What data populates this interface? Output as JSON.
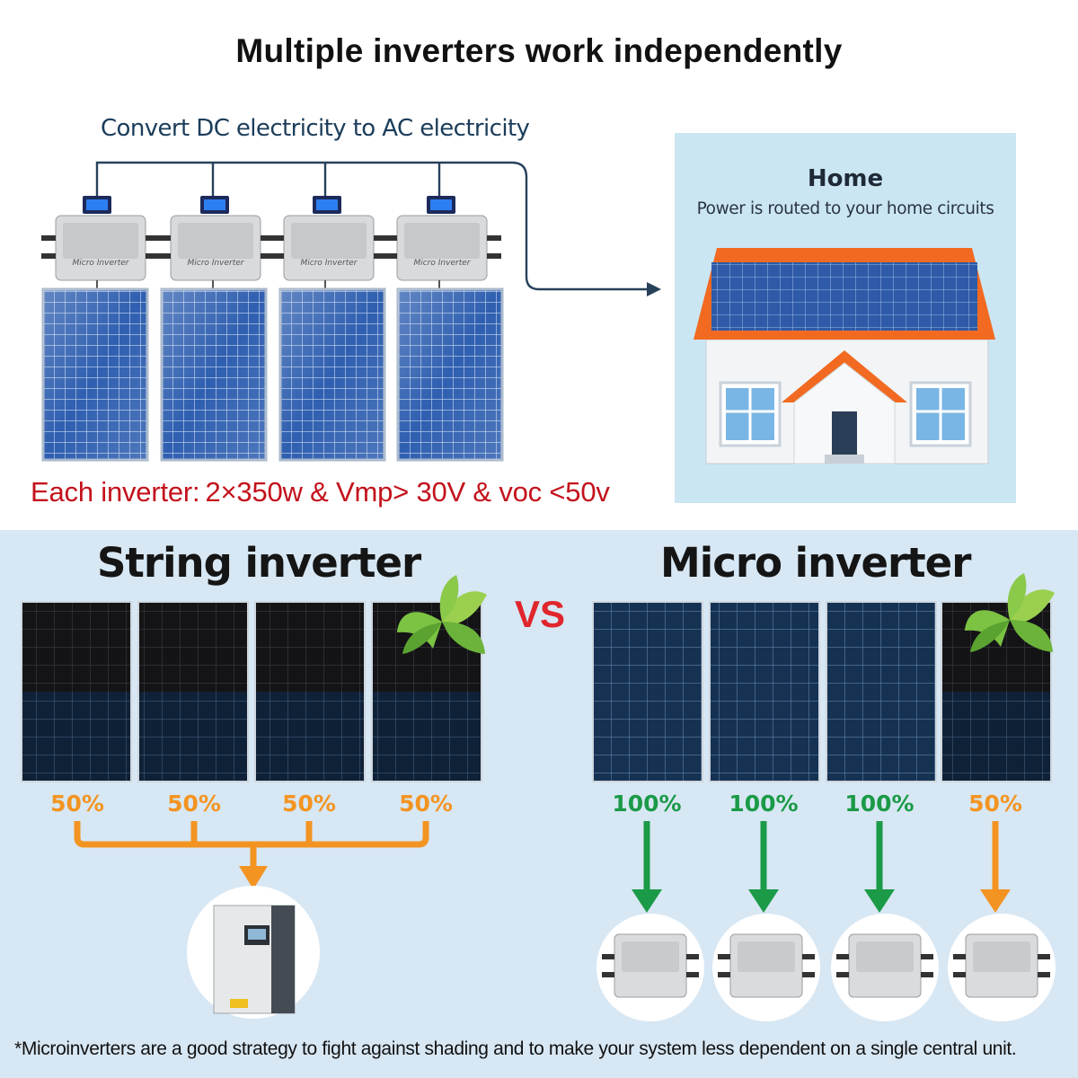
{
  "title": "Multiple inverters work independently",
  "top": {
    "convert_label": "Convert DC electricity to AC electricity",
    "home": {
      "title": "Home",
      "subtitle": "Power is routed to your home circuits"
    },
    "spec": {
      "prefix": "Each inverter:",
      "value": "2×350w & Vmp> 30V & voc <50v"
    },
    "device_label": "Micro Inverter"
  },
  "comparison": {
    "string_title": "String inverter",
    "micro_title": "Micro inverter",
    "vs": "VS",
    "string_percentages": [
      "50%",
      "50%",
      "50%",
      "50%"
    ],
    "micro_percentages": [
      "100%",
      "100%",
      "100%",
      "50%"
    ]
  },
  "footnote": "*Microinverters are a good strategy to fight against shading and to make your system less dependent on a single central unit.",
  "colors": {
    "title_red": "#c3121c",
    "vs_red": "#e0262c",
    "orange": "#f39422",
    "green": "#1b9a47",
    "panel_blue": "#2f5fb0",
    "home_bg": "#cbe6f3",
    "bottom_bg": "#d7e7f4",
    "roof_orange": "#f26a21"
  },
  "icons": [
    "arrow-right-icon",
    "leaf-icon",
    "down-arrow-icon"
  ]
}
